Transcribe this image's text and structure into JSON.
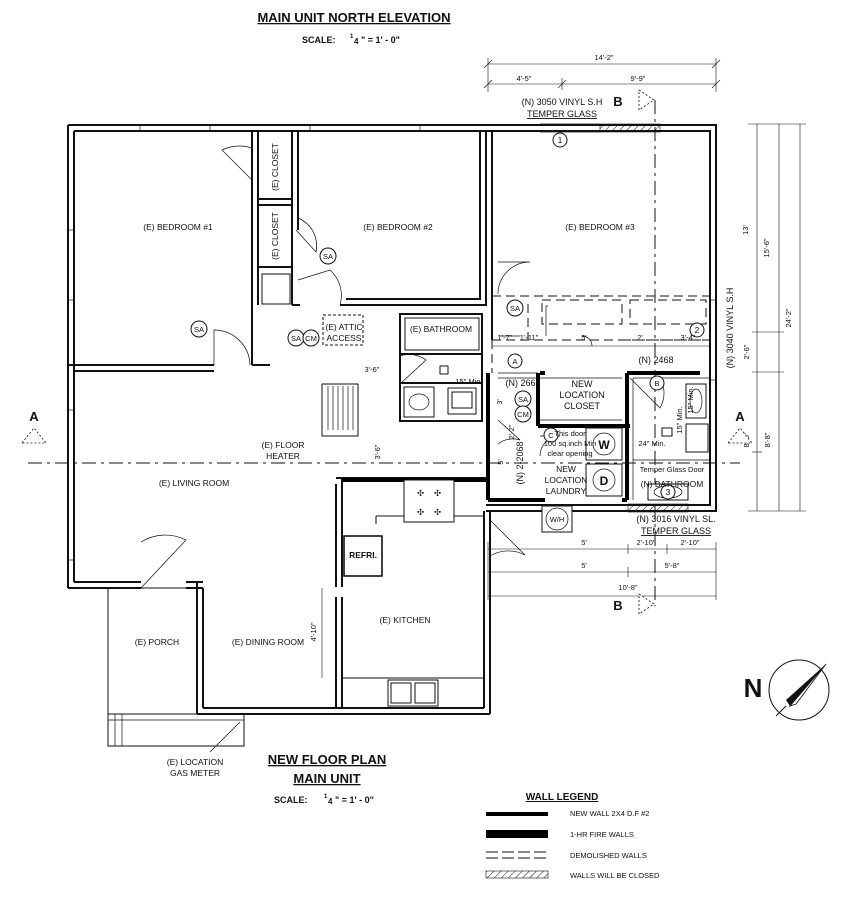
{
  "titles": {
    "elevation_title": "MAIN UNIT NORTH ELEVATION",
    "elevation_scale_prefix": "SCALE:",
    "elevation_scale_num": "1",
    "elevation_scale_den": "4",
    "elevation_scale_rest": "\" = 1' - 0\"",
    "plan_title_1": "NEW FLOOR PLAN",
    "plan_title_2": "MAIN UNIT",
    "plan_scale_prefix": "SCALE:",
    "plan_scale_num": "1",
    "plan_scale_den": "4",
    "plan_scale_rest": "\" = 1' - 0\""
  },
  "rooms": {
    "bedroom1": "(E) BEDROOM #1",
    "bedroom2": "(E) BEDROOM #2",
    "bedroom3": "(E) BEDROOM #3",
    "closet1": "(E) CLOSET",
    "closet2": "(E) CLOSET",
    "attic_1": "(E) ATTIC",
    "attic_2": "ACCESS",
    "bathroom": "(E) BATHROOM",
    "living": "(E) LIVING ROOM",
    "floor_heater_1": "(E) FLOOR",
    "floor_heater_2": "HEATER",
    "kitchen": "(E) KITCHEN",
    "dining": "(E) DINING ROOM",
    "porch": "(E) PORCH",
    "refri": "REFRI.",
    "new_closet_1": "NEW",
    "new_closet_2": "LOCATION",
    "new_closet_3": "CLOSET",
    "new_laundry_1": "NEW",
    "new_laundry_2": "LOCATION",
    "new_laundry_3": "LAUNDRY",
    "new_bathroom": "(N) BATHROOM",
    "gas_meter_1": "(E) LOCATION",
    "gas_meter_2": "GAS METER"
  },
  "fixtures": {
    "washer": "W",
    "dryer": "D",
    "water_heater": "W/H",
    "smoke_alarm": "SA",
    "co_monitor": "CM"
  },
  "notes": {
    "door_note_1": "This door",
    "door_note_2": "100 sq.inch Min",
    "door_note_3": "clear opening",
    "temper_glass_door": "Temper Glass Door",
    "min15_a": "15\" Min.",
    "min24": "24\" Min.",
    "min15_b": "15\" Min.",
    "min15_c": "15\" Min."
  },
  "windows": {
    "w3050_1": "(N) 3050 VINYL S.H",
    "w3050_2": "TEMPER GLASS",
    "w3016_1": "(N) 3016 VINYL SL.",
    "w3016_2": "TEMPER GLASS",
    "w3040": "(N) 3040 VINYL S.H"
  },
  "doors": {
    "d2668": "(N) 2668",
    "d2468": "(N) 2468",
    "d2068": "(N) 2-2068"
  },
  "tags": {
    "tag1": "1",
    "tag2": "2",
    "tag3": "3",
    "tagA": "A",
    "tagB": "B",
    "tagC": "C"
  },
  "section_markers": {
    "a_left": "A",
    "a_right": "A",
    "b_top": "B",
    "b_bottom": "B"
  },
  "dimensions": {
    "top_total": "14'-2\"",
    "top_left": "4'-5\"",
    "top_right": "9'-9\"",
    "right_total": "24'-2\"",
    "right_15_6": "15'-6\"",
    "right_13": "13'",
    "right_2_6": "2'-6\"",
    "right_8_8a": "8'-8\"",
    "right_8_8b": "8'-8\"",
    "d_1_7": "1'-7\"",
    "d_1_11": "1'-11\"",
    "d_5": "5'",
    "d_2": "2'",
    "d_3_4": "3'-4\"",
    "d_3_6a": "3'-6\"",
    "d_3_6b": "3'-6\"",
    "d_3": "3'",
    "d_2_2": "2'-2\"",
    "d_5b": "5'",
    "d_4_10": "4'-10\"",
    "b_2_10a": "2'-10\"",
    "b_2_10b": "2'-10\"",
    "b_5a": "5'",
    "b_5b": "5'",
    "b_5_8": "5'-8\"",
    "b_10_8": "10'-8\""
  },
  "legend": {
    "title": "WALL LEGEND",
    "new_wall": "NEW  WALL 2X4 D.F #2",
    "fire_wall": "1-HR FIRE WALLS",
    "demolished": "DEMOLISHED WALLS",
    "closed": "WALLS WILL BE CLOSED"
  },
  "north": {
    "letter": "N"
  }
}
